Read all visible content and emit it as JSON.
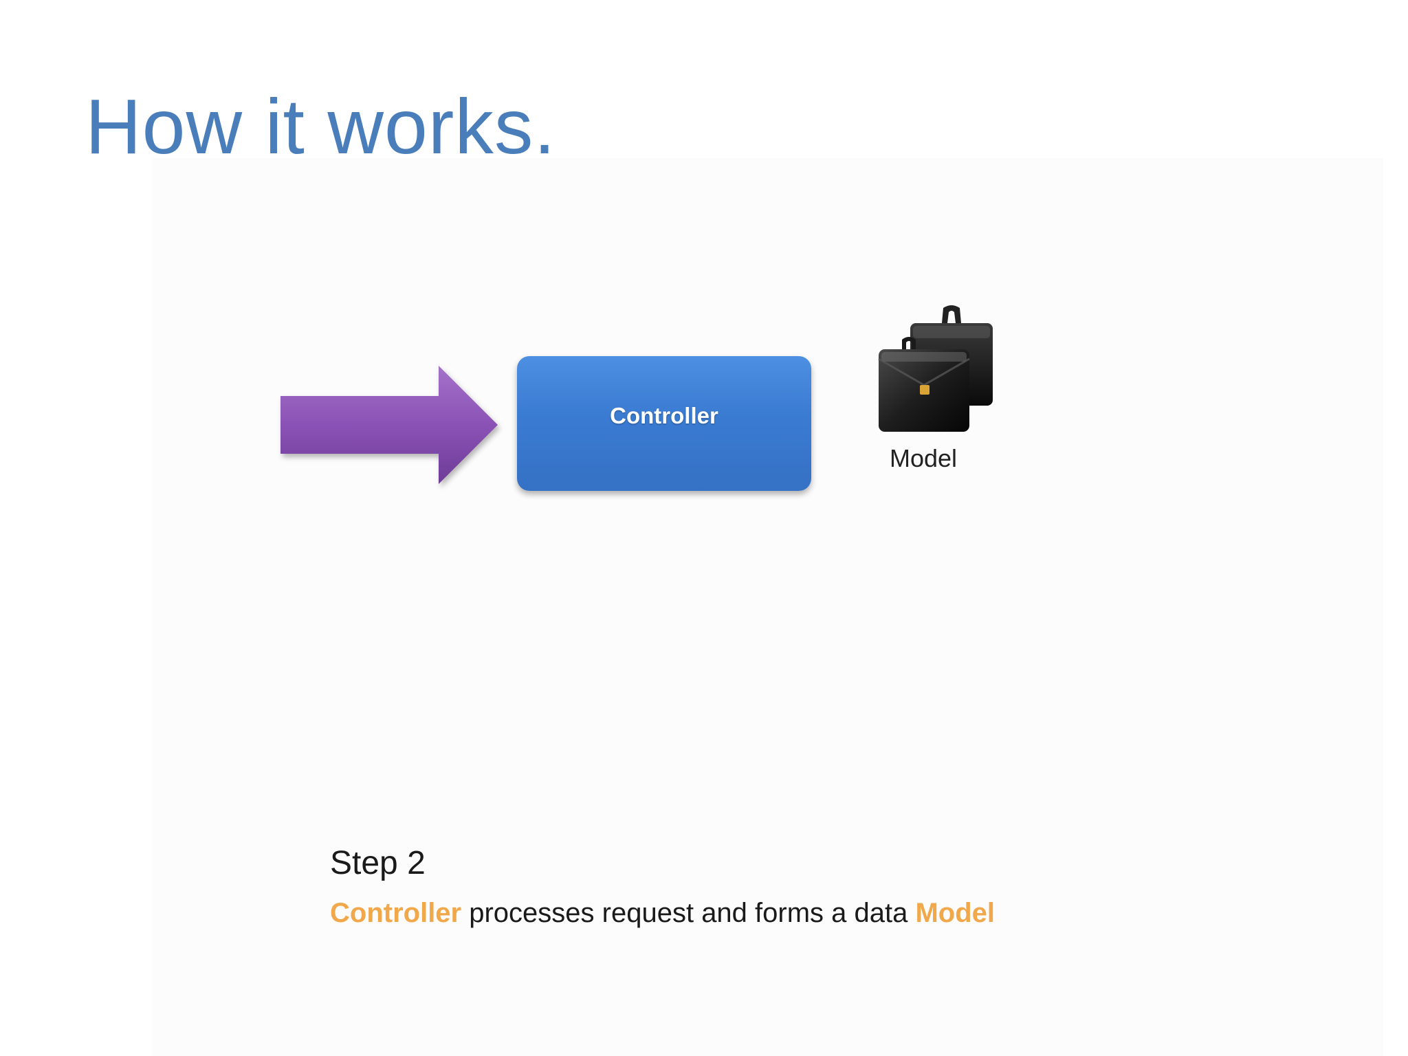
{
  "slide": {
    "title": "How it works."
  },
  "diagram": {
    "controller_label": "Controller",
    "model_label": "Model",
    "colors": {
      "title": "#4a7ebb",
      "arrow": "#8d55b6",
      "controller_box": "#3d7fd6",
      "highlight": "#f0a84a"
    },
    "icons": [
      "right-arrow-icon",
      "briefcase-icon"
    ]
  },
  "step": {
    "title": "Step 2",
    "highlight_controller": "Controller",
    "middle_text": " processes request and forms a data ",
    "highlight_model": "Model"
  }
}
